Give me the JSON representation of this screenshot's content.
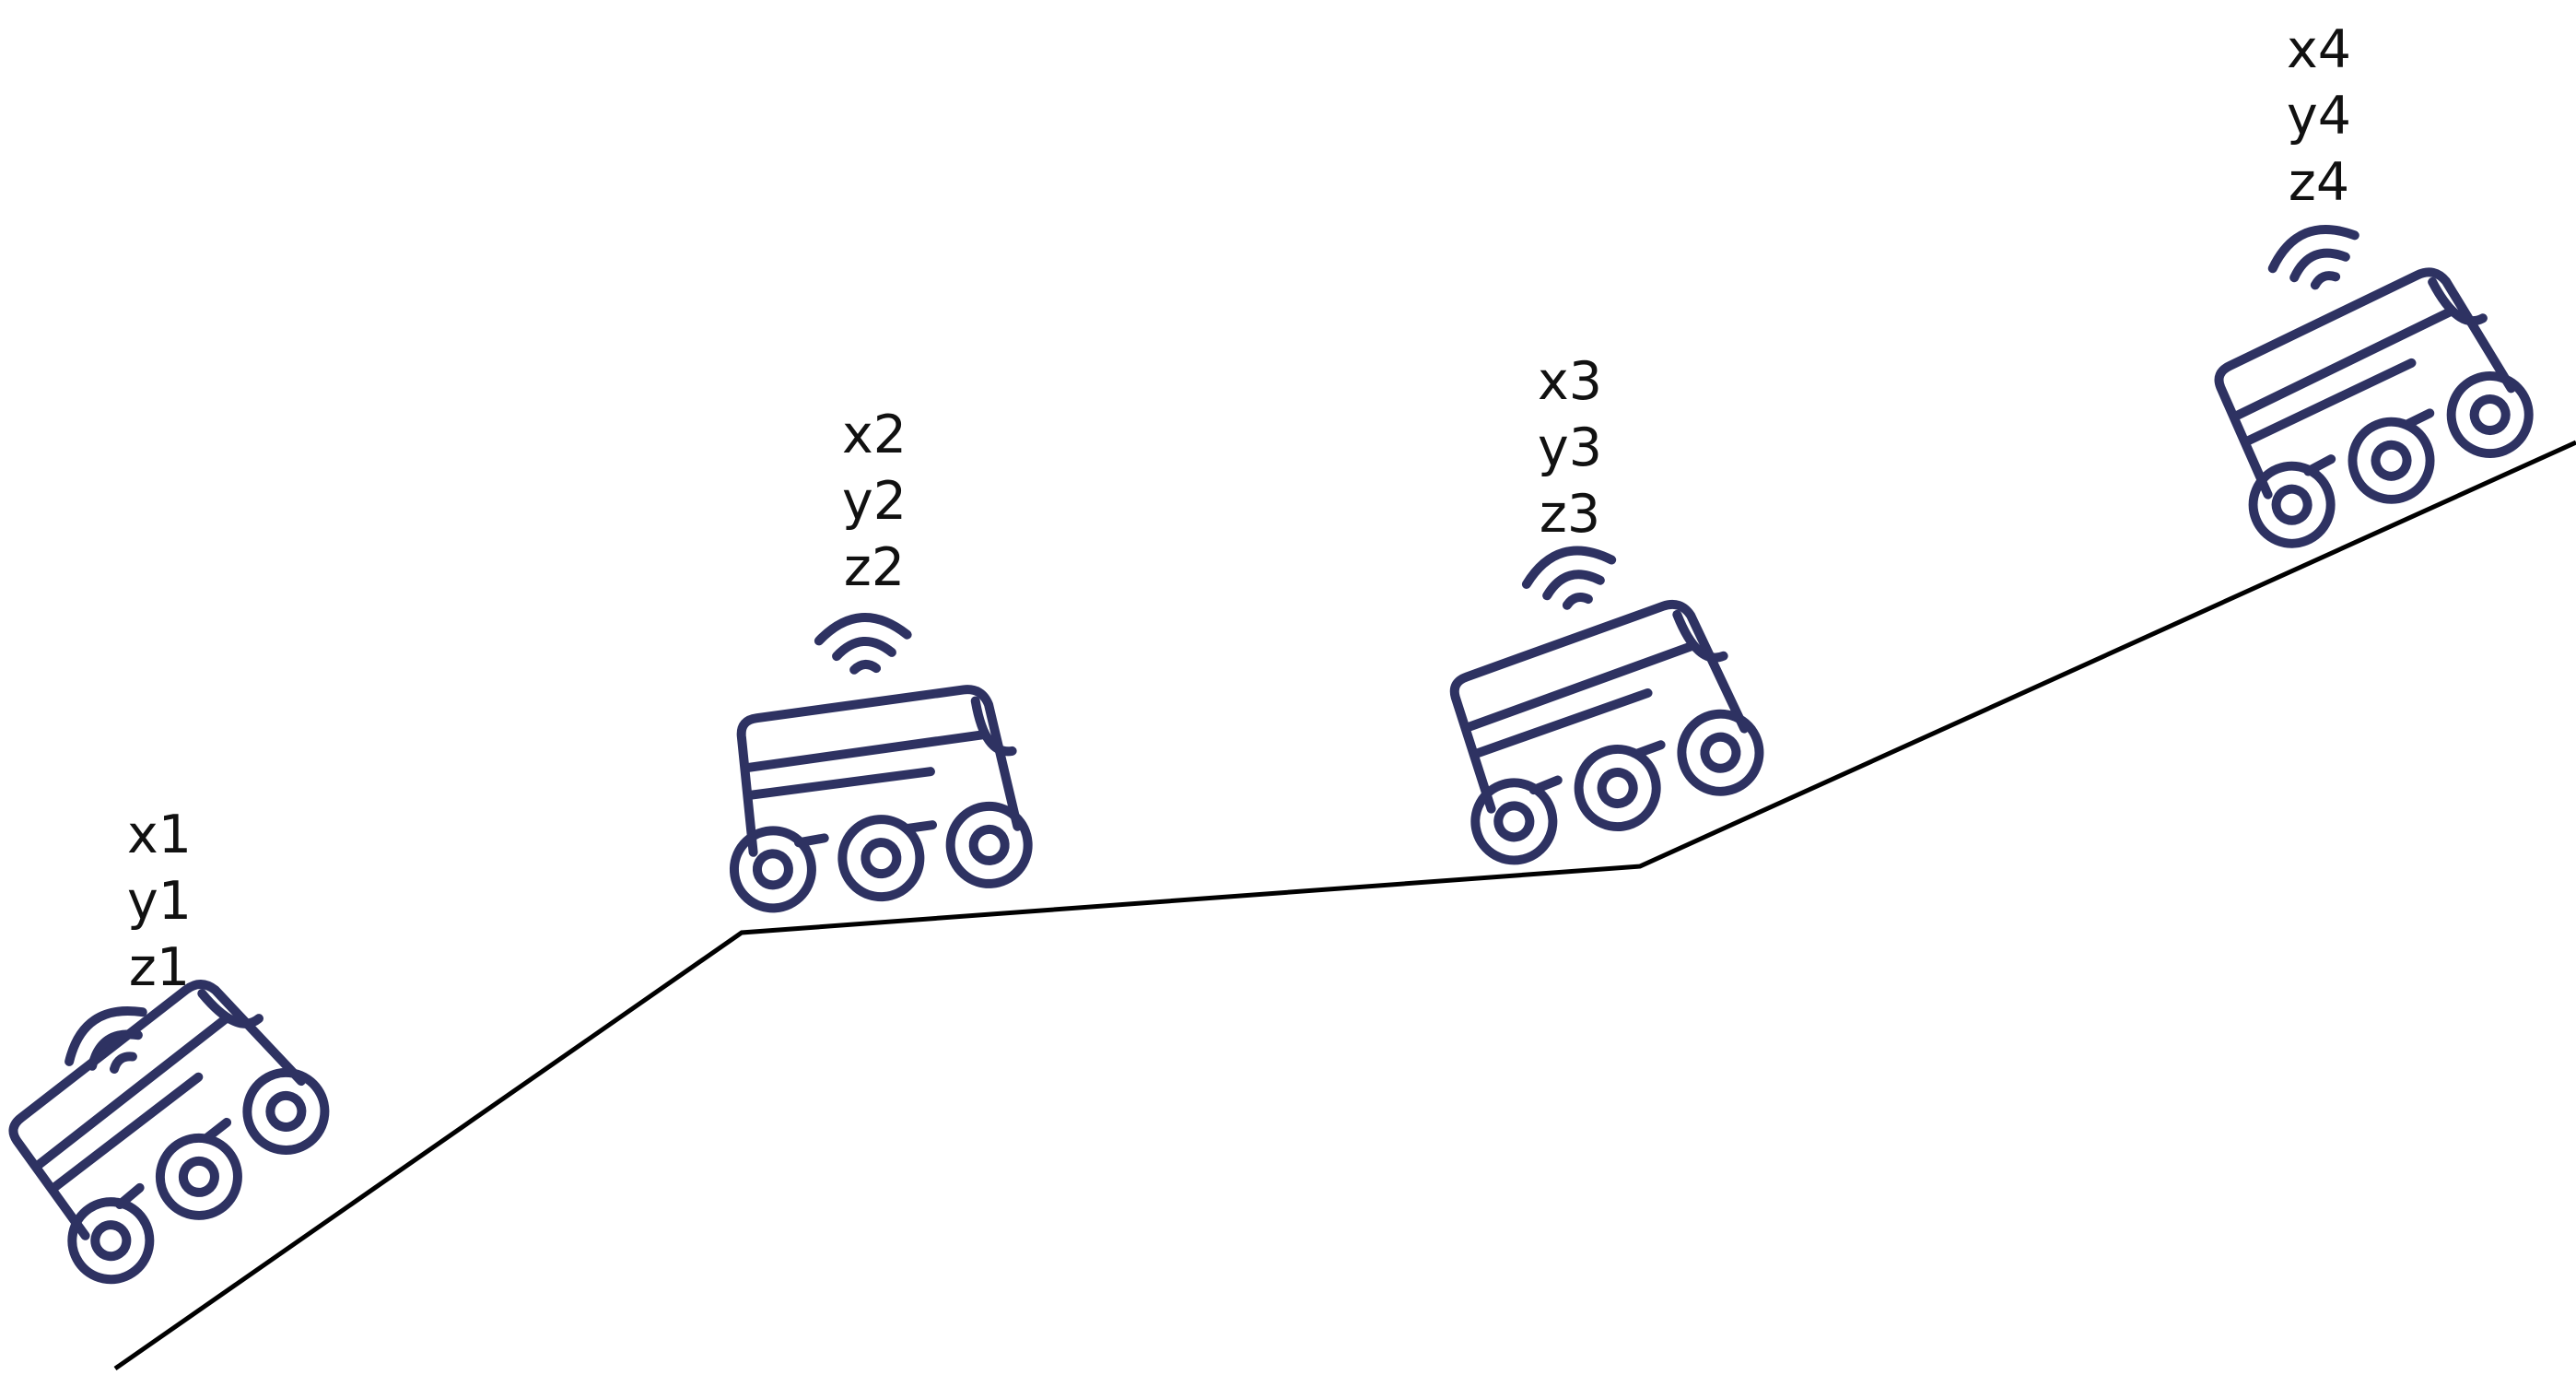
{
  "colors": {
    "robot": "#2e3262",
    "terrain": "#000000",
    "text": "#111111",
    "background": "#ffffff"
  },
  "icons": {
    "robot": "delivery-robot-icon",
    "signal": "wifi-signal-icon"
  },
  "robots": [
    {
      "x": "x1",
      "y": "y1",
      "z": "z1"
    },
    {
      "x": "x2",
      "y": "y2",
      "z": "z2"
    },
    {
      "x": "x3",
      "y": "y3",
      "z": "z3"
    },
    {
      "x": "x4",
      "y": "y4",
      "z": "z4"
    }
  ]
}
